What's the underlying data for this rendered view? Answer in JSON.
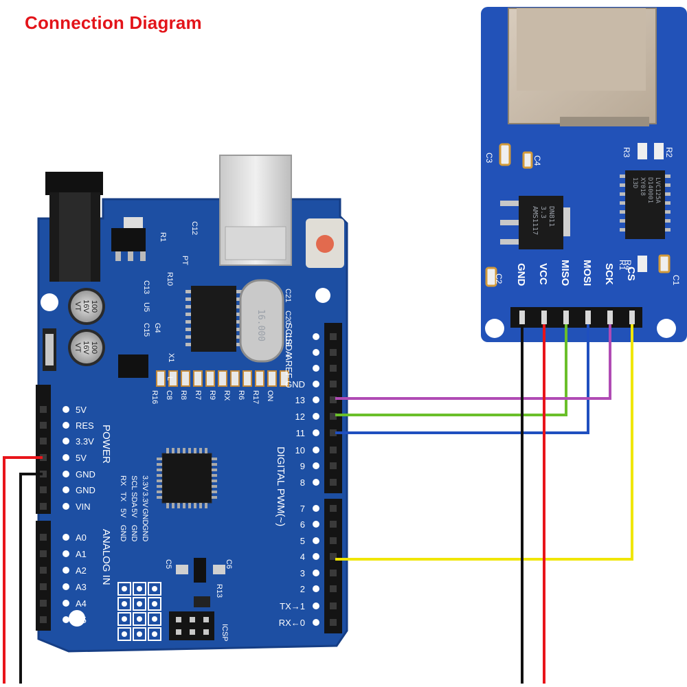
{
  "title": "Connection Diagram",
  "sd_module": {
    "pins": [
      "GND",
      "VCC",
      "MISO",
      "MOSI",
      "SCK",
      "CS"
    ],
    "components": [
      "C3",
      "C4",
      "C2",
      "R3",
      "R2",
      "R4",
      "R1",
      "C1"
    ],
    "regulator_text": [
      "AMS1117",
      "3.3",
      "DN811"
    ],
    "chip_text": [
      "13D",
      "XY018",
      "D140001",
      "LVC125A"
    ]
  },
  "arduino": {
    "power_labels": [
      "5V",
      "RES",
      "3.3V",
      "5V",
      "GND",
      "GND",
      "VIN"
    ],
    "power_header": "POWER",
    "analog_labels": [
      "A0",
      "A1",
      "A2",
      "A3",
      "A4",
      "A5"
    ],
    "analog_header": "ANALOG IN",
    "digital_labels": [
      "SCL",
      "SDA",
      "AREF",
      "GND",
      "13",
      "12",
      "11",
      "10",
      "9",
      "8",
      "7",
      "6",
      "5",
      "4",
      "3",
      "2",
      "TX→1",
      "RX←0"
    ],
    "digital_header": "DIGITAL PWM(~)",
    "caps": [
      {
        "value": "100",
        "voltage": "16V",
        "mark": "VT"
      },
      {
        "value": "100",
        "voltage": "16V",
        "mark": "VT"
      }
    ],
    "crystal_text": "16.000",
    "resistor_row": [
      "R16",
      "C8",
      "R8",
      "R7",
      "R9",
      "RX",
      "R6",
      "R17",
      "ON"
    ],
    "misc_labels": [
      "L",
      "X1",
      "ICSP",
      "C5",
      "C6",
      "R13",
      "C21",
      "C20",
      "C16",
      "C13",
      "U5",
      "C15",
      "G4",
      "R1",
      "C12",
      "PT",
      "R10"
    ],
    "i2c_labels": [
      "RX",
      "TX",
      "5V",
      "GND",
      "SCL",
      "SDA",
      "5V",
      "GND",
      "3.3V",
      "3.3V",
      "GND",
      "GND"
    ]
  },
  "wires": [
    {
      "from": "MISO",
      "to": "12",
      "color": "#6abf2a"
    },
    {
      "from": "MOSI",
      "to": "11",
      "color": "#1f4fbf"
    },
    {
      "from": "SCK",
      "to": "13",
      "color": "#b04bb4"
    },
    {
      "from": "CS",
      "to": "4",
      "color": "#f0e600"
    },
    {
      "from": "VCC",
      "to": "5V",
      "color": "#e8141a"
    },
    {
      "from": "GND",
      "to": "GND",
      "color": "#111111"
    }
  ],
  "colors": {
    "board": "#1d4fa3",
    "board_edge": "#163e85",
    "sd_board": "#2252b8"
  }
}
